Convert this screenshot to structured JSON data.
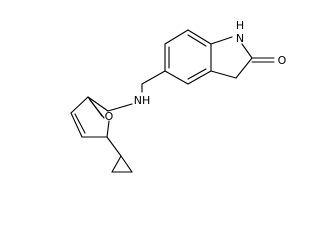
{
  "molecule": {
    "atom_labels": {
      "nh_ring": "H",
      "n_ring": "N",
      "o_carbonyl": "O",
      "nh_amine": "NH",
      "o_furan": "O"
    }
  },
  "colors": {
    "bond": "#000000",
    "label": "#000000",
    "background": "#ffffff"
  }
}
